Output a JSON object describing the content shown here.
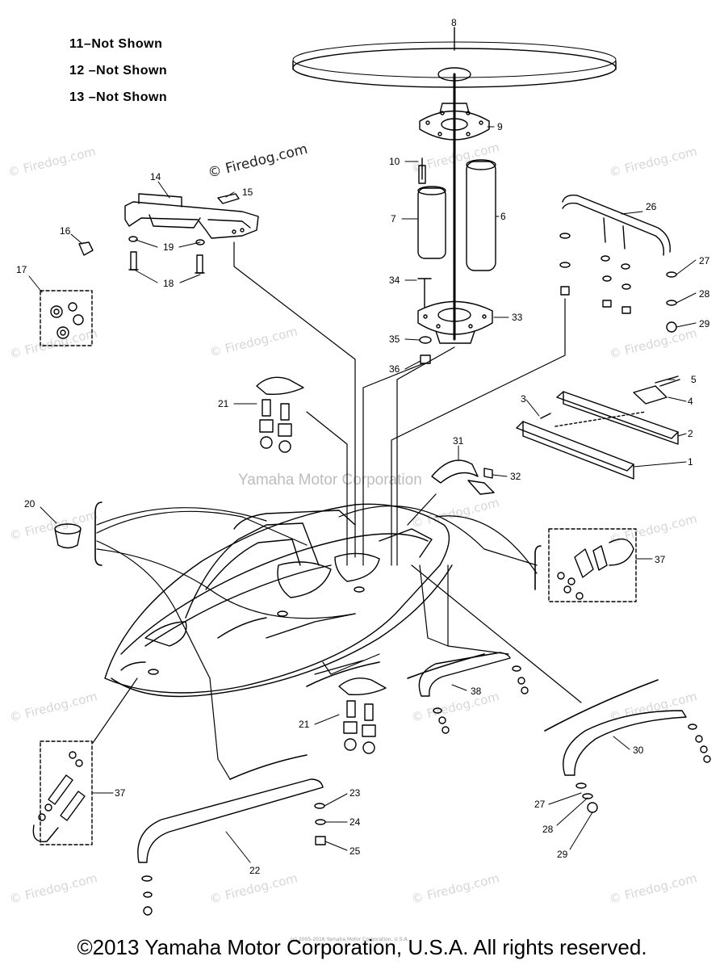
{
  "notes": [
    "11–Not Shown",
    "12 –Not Shown",
    "13 –Not Shown"
  ],
  "callouts": [
    "1",
    "2",
    "3",
    "4",
    "5",
    "6",
    "7",
    "8",
    "9",
    "10",
    "14",
    "15",
    "16",
    "17",
    "18",
    "19",
    "20",
    "21",
    "21",
    "22",
    "23",
    "24",
    "25",
    "26",
    "27",
    "28",
    "29",
    "27",
    "28",
    "29",
    "30",
    "31",
    "32",
    "33",
    "34",
    "35",
    "36",
    "37",
    "37",
    "38"
  ],
  "watermark_text": "© Firedog.com",
  "watermark_main": "© Firedog.com",
  "yamaha_watermark": "Yamaha Motor Corporation",
  "tiny_copyright": "(c) 2005-2016 Yamaha Motor Corporation, U.S.A.",
  "copyright": "©2013 Yamaha Motor Corporation, U.S.A. All rights reserved."
}
